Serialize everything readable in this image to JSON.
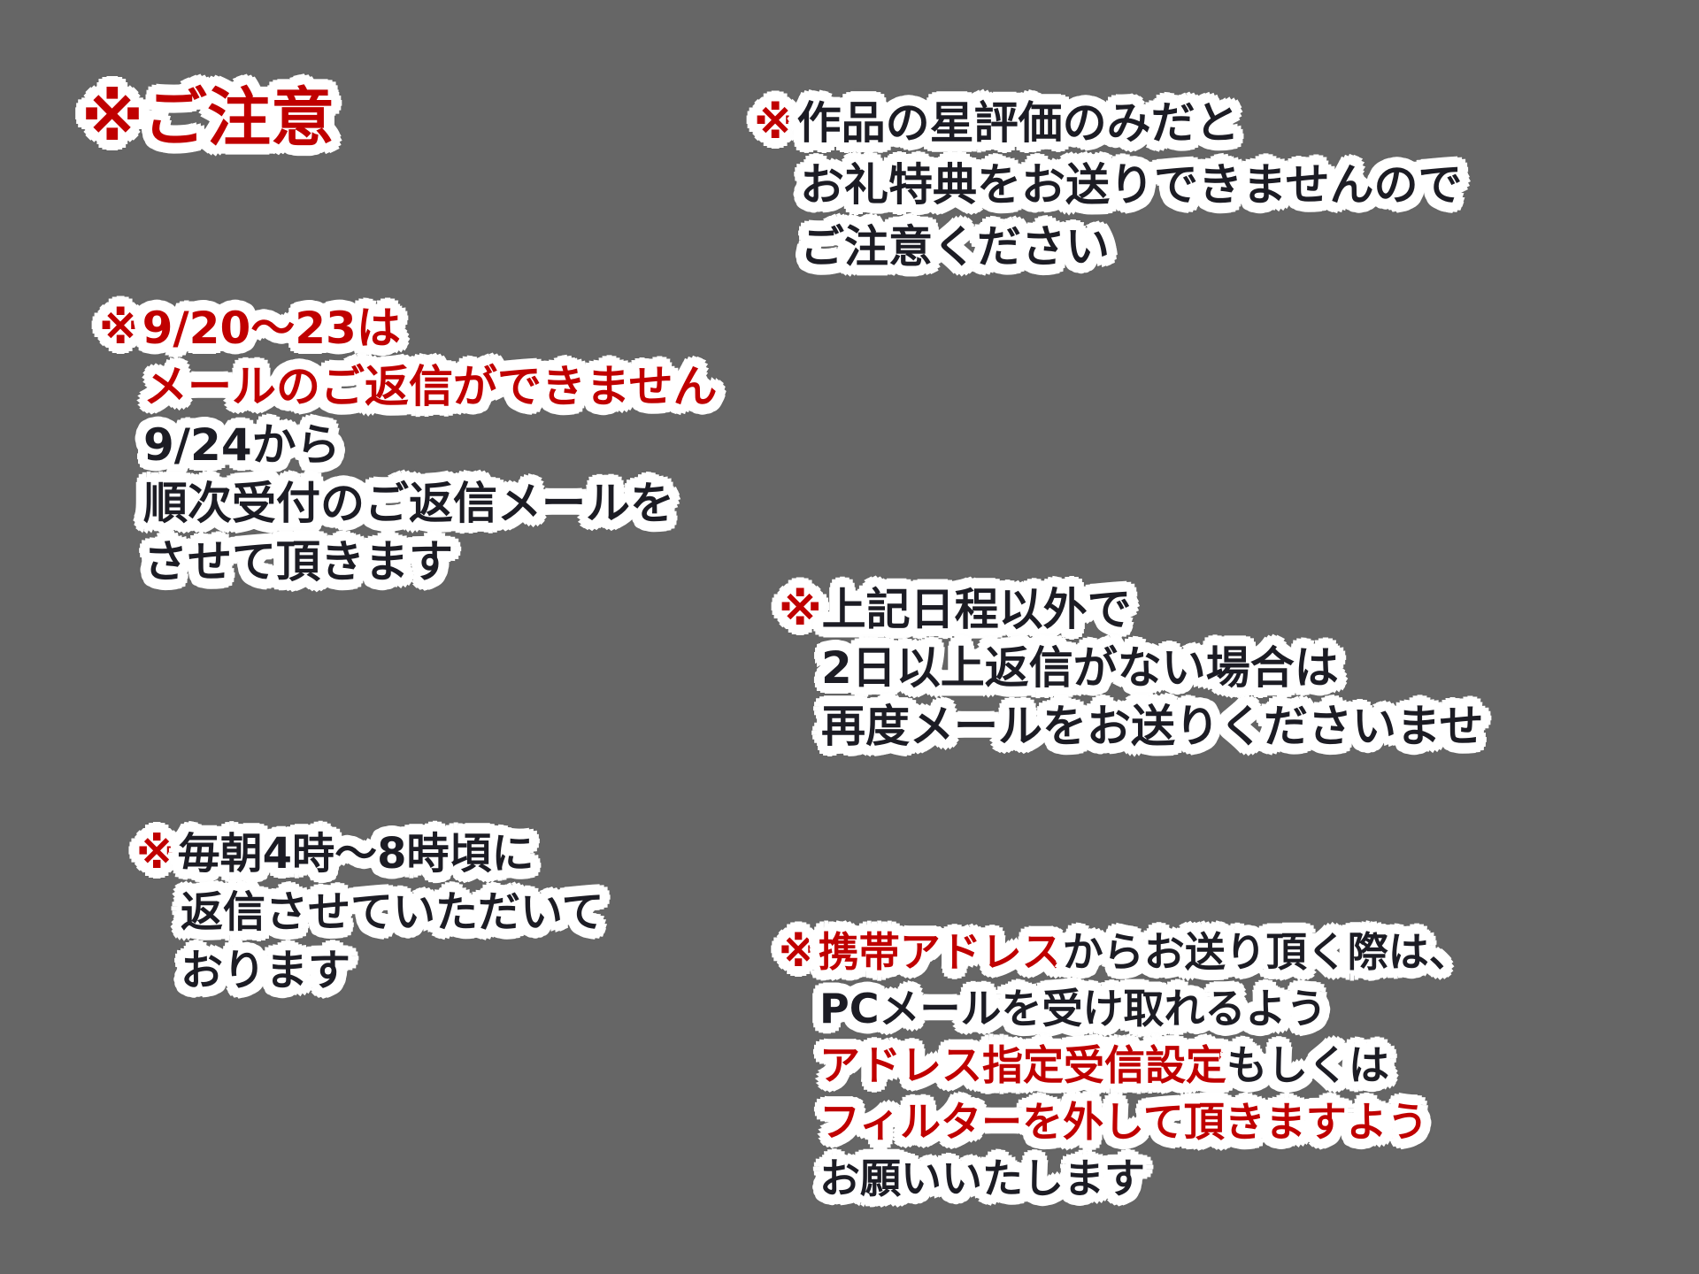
{
  "title": "※ご注意",
  "notice_star": {
    "lines": [
      {
        "prefix": "※",
        "text": "作品の星評価のみだと"
      },
      {
        "text": "お礼特典をお送りできませんので"
      },
      {
        "text": "ご注意ください"
      }
    ]
  },
  "notice_mail": {
    "lines": [
      {
        "prefix": "※",
        "text": "9/20～23は"
      },
      {
        "text": "メールのご返信ができません"
      },
      {
        "text": "9/24から"
      },
      {
        "text": "順次受付のご返信メールを"
      },
      {
        "text": "させて頂きます"
      }
    ]
  },
  "notice_followup": {
    "lines": [
      {
        "prefix": "※",
        "text": "上記日程以外で"
      },
      {
        "text": "2日以上返信がない場合は"
      },
      {
        "text": "再度メールをお送りくださいませ"
      }
    ]
  },
  "notice_reply_hours": {
    "lines": [
      {
        "prefix": "※",
        "text": "毎朝4時～8時頃に"
      },
      {
        "text": "返信させていただいて"
      },
      {
        "text": "おります"
      }
    ]
  },
  "notice_mobile": {
    "lines": [
      {
        "prefix": "※",
        "highlight": "携帯アドレス",
        "text": "からお送り頂く際は、"
      },
      {
        "text": "PCメールを受け取れるよう"
      },
      {
        "highlight": "アドレス指定受信設定",
        "text": "もしくは"
      },
      {
        "highlight": "フィルターを外して頂きますよう"
      },
      {
        "text": "お願いいたします"
      }
    ]
  },
  "colors": {
    "background": "#666666",
    "accent_red": "#c00000",
    "text_dark": "#1c1c24",
    "outline": "#ffffff"
  }
}
